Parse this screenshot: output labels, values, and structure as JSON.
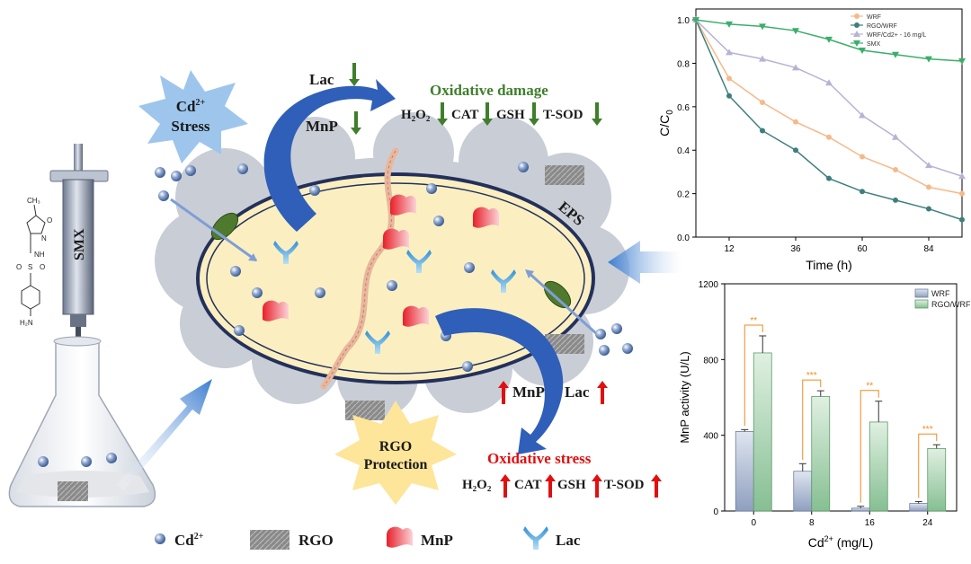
{
  "diagram": {
    "stress_label": [
      "Cd",
      "2+",
      "Stress"
    ],
    "lac_label": "Lac",
    "mnp_label": "MnP",
    "oxidative_damage_label": "Oxidative damage",
    "damage_markers": [
      "H₂O₂",
      "CAT",
      "GSH",
      "T-SOD"
    ],
    "eps_label": "EPS",
    "upregulated_enzymes": [
      "MnP",
      "Lac"
    ],
    "oxidative_stress_label": "Oxidative stress",
    "stress_markers": [
      "H₂O₂",
      "CAT",
      "GSH",
      "T-SOD"
    ],
    "rgo_protection_label": [
      "RGO",
      "Protection"
    ],
    "syringe_label": "SMX",
    "molecule_labels": [
      "CH₃",
      "O",
      "N",
      "NH",
      "S",
      "O",
      "O",
      "H₂N"
    ]
  },
  "legend": {
    "items": [
      {
        "symbol": "cd-ion",
        "label": "Cd",
        "sup": "2+"
      },
      {
        "symbol": "rgo-sheet",
        "label": "RGO"
      },
      {
        "symbol": "mnp-enzyme",
        "label": "MnP"
      },
      {
        "symbol": "lac-enzyme",
        "label": "Lac"
      }
    ]
  },
  "colors": {
    "damage_green": "#3f7f2b",
    "stress_red": "#e01010",
    "arrow_blue": "#2f5fb8",
    "cell_fill": "#fbefc2",
    "eps_gray": "#c9cdd6",
    "cd_ion": "#5e7fb5"
  },
  "chart_data": [
    {
      "type": "line",
      "xlabel": "Time (h)",
      "ylabel": "C/C0",
      "xticks": [
        12,
        36,
        60,
        84
      ],
      "yticks": [
        0.0,
        0.2,
        0.4,
        0.6,
        0.8,
        1.0
      ],
      "xlim": [
        0,
        96
      ],
      "ylim": [
        0,
        1.05
      ],
      "legend_position": "top-right",
      "x": [
        0,
        12,
        24,
        36,
        48,
        60,
        72,
        84,
        96
      ],
      "series": [
        {
          "name": "WRF",
          "color": "#f6b98a",
          "marker": "circle",
          "values": [
            1.0,
            0.73,
            0.62,
            0.53,
            0.46,
            0.37,
            0.31,
            0.23,
            0.2
          ]
        },
        {
          "name": "RGO/WRF",
          "color": "#3d7f7d",
          "marker": "circle",
          "values": [
            1.0,
            0.65,
            0.49,
            0.4,
            0.27,
            0.21,
            0.17,
            0.13,
            0.08
          ]
        },
        {
          "name": "WRF/Cd2+ - 16 mg/L",
          "color": "#b7b3d4",
          "marker": "triangle",
          "values": [
            1.0,
            0.85,
            0.82,
            0.78,
            0.71,
            0.56,
            0.46,
            0.33,
            0.28
          ]
        },
        {
          "name": "SMX",
          "color": "#3aae6a",
          "marker": "triangle-down",
          "values": [
            1.0,
            0.98,
            0.97,
            0.95,
            0.91,
            0.86,
            0.84,
            0.82,
            0.81
          ]
        }
      ]
    },
    {
      "type": "bar",
      "xlabel": "Cd2+ (mg/L)",
      "ylabel": "MnP activity (U/L)",
      "categories": [
        "0",
        "8",
        "16",
        "24"
      ],
      "yticks": [
        0,
        400,
        800,
        1200
      ],
      "ylim": [
        0,
        1200
      ],
      "legend_position": "top-right",
      "series": [
        {
          "name": "WRF",
          "color": "#b3bfd6",
          "values": [
            420,
            210,
            15,
            40
          ],
          "errors": [
            10,
            40,
            10,
            10
          ]
        },
        {
          "name": "RGO/WRF",
          "color": "#a6d1ae",
          "values": [
            835,
            605,
            470,
            330
          ],
          "errors": [
            90,
            30,
            110,
            20
          ]
        }
      ],
      "significance": [
        "**",
        "***",
        "**",
        "***"
      ]
    }
  ]
}
